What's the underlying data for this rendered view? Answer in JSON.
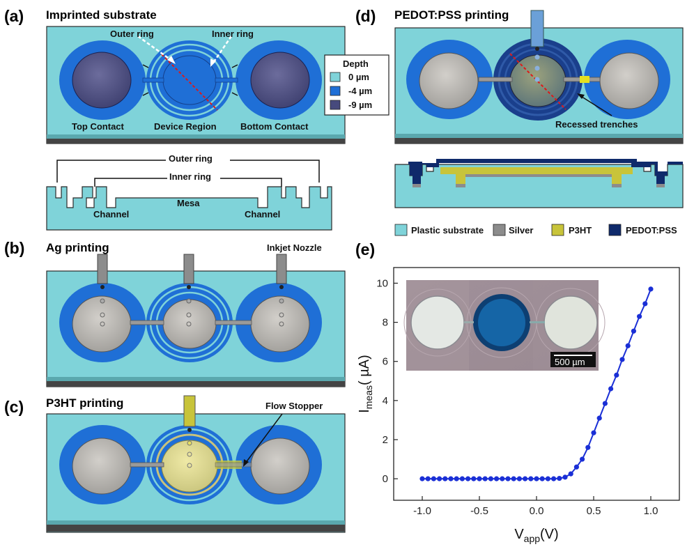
{
  "panels": {
    "a": {
      "letter": "(a)",
      "title": "Imprinted substrate",
      "outer_ring": "Outer ring",
      "inner_ring": "Inner ring",
      "top_contact": "Top Contact",
      "device_region": "Device Region",
      "bottom_contact": "Bottom Contact",
      "cs_outer_ring": "Outer ring",
      "cs_inner_ring": "Inner ring",
      "mesa": "Mesa",
      "channel_left": "Channel",
      "channel_right": "Channel"
    },
    "depth_legend": {
      "title": "Depth",
      "items": [
        {
          "label": "0 µm",
          "color": "#7fd3d9"
        },
        {
          "label": "-4 µm",
          "color": "#1f6fd6"
        },
        {
          "label": "-9 µm",
          "color": "#474a7d"
        }
      ]
    },
    "b": {
      "letter": "(b)",
      "title": "Ag printing",
      "nozzle": "Inkjet Nozzle"
    },
    "c": {
      "letter": "(c)",
      "title": "P3HT printing",
      "flow_stopper": "Flow Stopper"
    },
    "d": {
      "letter": "(d)",
      "title": "PEDOT:PSS printing",
      "trenches": "Recessed trenches"
    },
    "material_legend": [
      {
        "label": "Plastic substrate",
        "color": "#7fd3d9"
      },
      {
        "label": "Silver",
        "color": "#8c8c8c"
      },
      {
        "label": "P3HT",
        "color": "#c8c43a"
      },
      {
        "label": "PEDOT:PSS",
        "color": "#0f2a6b"
      }
    ],
    "e": {
      "letter": "(e)",
      "scale_bar": "500 µm"
    }
  },
  "chart_data": {
    "type": "line",
    "xlabel": "V",
    "xlabel_sub": "app",
    "xlabel_unit": "(V)",
    "ylabel": "I",
    "ylabel_sub": "meas",
    "ylabel_unit": "( µA)",
    "xlim": [
      -1.25,
      1.25
    ],
    "ylim": [
      -1.1,
      10.8
    ],
    "xticks": [
      "-1.0",
      "-0.5",
      "0.0",
      "0.5",
      "1.0"
    ],
    "xtick_values": [
      -1.0,
      -0.5,
      0.0,
      0.5,
      1.0
    ],
    "yticks": [
      "0",
      "2",
      "4",
      "6",
      "8",
      "10"
    ],
    "ytick_values": [
      0,
      2,
      4,
      6,
      8,
      10
    ],
    "grid": true,
    "line_color": "#1a2fd6",
    "x": [
      -1.0,
      -0.95,
      -0.9,
      -0.85,
      -0.8,
      -0.75,
      -0.7,
      -0.65,
      -0.6,
      -0.55,
      -0.5,
      -0.45,
      -0.4,
      -0.35,
      -0.3,
      -0.25,
      -0.2,
      -0.15,
      -0.1,
      -0.05,
      0.0,
      0.05,
      0.1,
      0.15,
      0.2,
      0.25,
      0.3,
      0.35,
      0.4,
      0.45,
      0.5,
      0.55,
      0.6,
      0.65,
      0.7,
      0.75,
      0.8,
      0.85,
      0.9,
      0.95,
      1.0
    ],
    "y": [
      0,
      0,
      0,
      0,
      0,
      0,
      0,
      0,
      0,
      0,
      0,
      0,
      0,
      0,
      0,
      0,
      0,
      0,
      0,
      0,
      0,
      0,
      0,
      0,
      0.02,
      0.08,
      0.25,
      0.6,
      1.0,
      1.6,
      2.35,
      3.1,
      3.85,
      4.6,
      5.3,
      6.1,
      6.8,
      7.55,
      8.3,
      8.95,
      9.7
    ]
  }
}
